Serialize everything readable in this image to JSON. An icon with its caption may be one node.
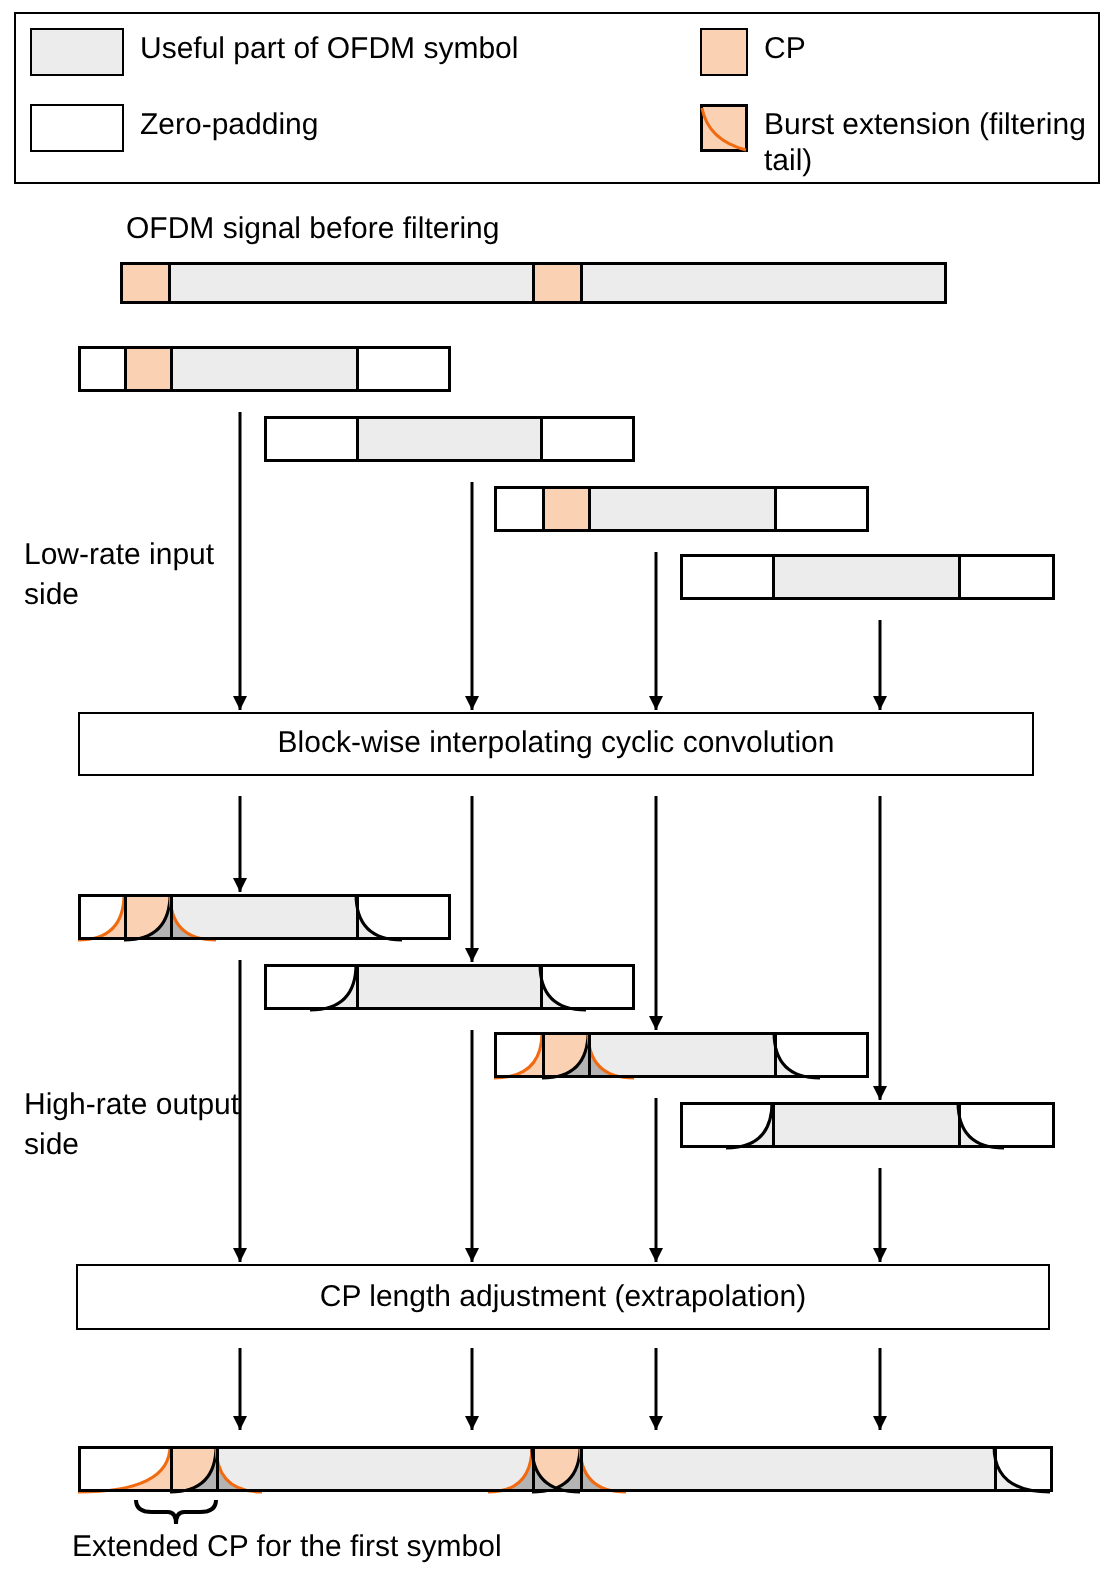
{
  "diagram": {
    "nodes": [
      {
        "text": [
          "OFDM signal before filtering"
        ]
      },
      {
        "text": [],
        "shape": "bar"
      },
      {
        "text": [],
        "shape": "bar"
      },
      {
        "text": [],
        "shape": "bar"
      },
      {
        "text": [],
        "shape": "bar"
      },
      {
        "text": [
          "Block-wise interpolating cyclic convolution"
        ]
      },
      {
        "text": [],
        "shape": "bar"
      },
      {
        "text": [],
        "shape": "bar"
      },
      {
        "text": [],
        "shape": "bar"
      },
      {
        "text": [],
        "shape": "bar"
      },
      {
        "text": [
          "CP length adjustment (extrapolation)"
        ]
      },
      {
        "text": [],
        "shape": "bar"
      }
    ],
    "edges": [
      {
        "from": 1,
        "to": 5,
        "arrow": "to"
      },
      {
        "from": 2,
        "to": 5,
        "arrow": "to"
      },
      {
        "from": 3,
        "to": 5,
        "arrow": "to"
      },
      {
        "from": 4,
        "to": 5,
        "arrow": "to"
      },
      {
        "from": 5,
        "to": 6,
        "arrow": "to"
      },
      {
        "from": 5,
        "to": 7,
        "arrow": "to"
      },
      {
        "from": 5,
        "to": 8,
        "arrow": "to"
      },
      {
        "from": 5,
        "to": 9,
        "arrow": "to"
      },
      {
        "from": 6,
        "to": 10,
        "arrow": "to"
      },
      {
        "from": 7,
        "to": 10,
        "arrow": "to"
      },
      {
        "from": 8,
        "to": 10,
        "arrow": "to"
      },
      {
        "from": 9,
        "to": 10,
        "arrow": "to"
      },
      {
        "from": 10,
        "to": 11,
        "arrow": "to"
      },
      {
        "from": 10,
        "to": 11,
        "arrow": "to"
      },
      {
        "from": 10,
        "to": 11,
        "arrow": "to"
      },
      {
        "from": 10,
        "to": 11,
        "arrow": "to"
      }
    ],
    "labels": [
      "Low-rate input side",
      "High-rate output side",
      "Extended CP for the first symbol"
    ],
    "legend": [
      {
        "text": "Useful part of OFDM symbol",
        "color": "#ececec"
      },
      {
        "text": "CP",
        "color": "#fbd1b4"
      },
      {
        "text": "Zero-padding",
        "color": "#ffffff"
      },
      {
        "text": "Burst extension (filtering tail)"
      }
    ]
  }
}
